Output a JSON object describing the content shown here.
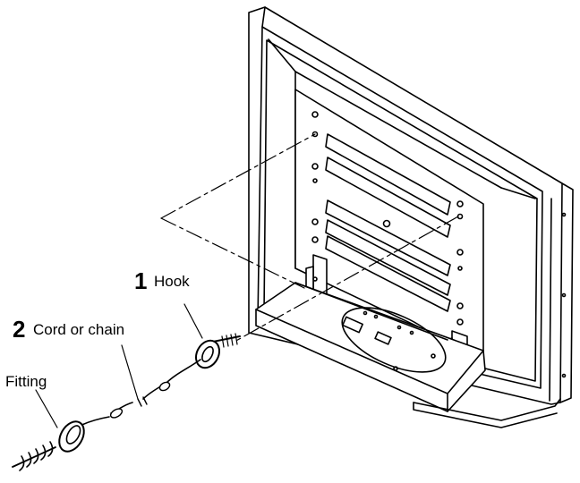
{
  "labels": {
    "hook": {
      "number": "1",
      "text": "Hook"
    },
    "cord": {
      "number": "2",
      "text": "Cord or chain"
    },
    "fitting": {
      "text": "Fitting"
    }
  }
}
